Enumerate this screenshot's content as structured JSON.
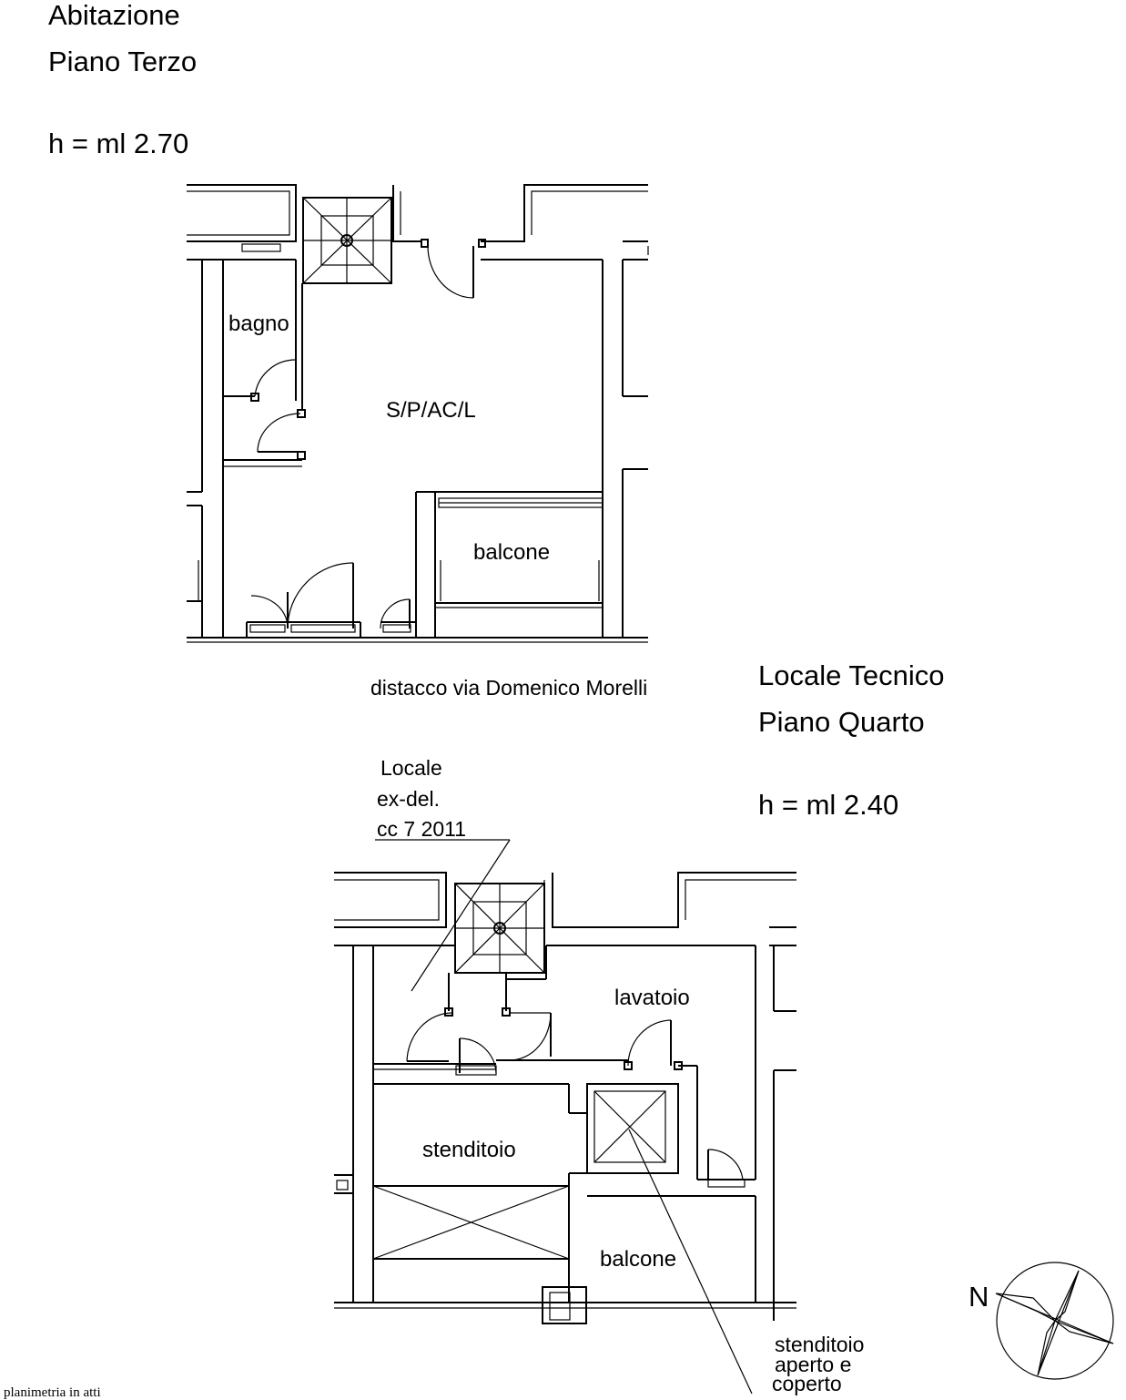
{
  "upper": {
    "title": "Abitazione",
    "floor": "Piano Terzo",
    "height": "h = ml 2.70",
    "rooms": {
      "bagno": "bagno",
      "living": "S/P/AC/L",
      "balcone": "balcone"
    }
  },
  "street": "distacco via Domenico Morelli",
  "lower": {
    "title": "Locale Tecnico",
    "floor": "Piano Quarto",
    "height": "h = ml 2.40",
    "note": [
      "Locale",
      "ex-del.",
      "cc 7 2011"
    ],
    "rooms": {
      "lavatoio": "lavatoio",
      "stenditoio": "stenditoio",
      "balcone": "balcone"
    },
    "callout": [
      "stenditoio",
      "aperto  e",
      "coperto"
    ]
  },
  "compass": {
    "north_label": "N"
  },
  "footer": "planimetria in atti"
}
